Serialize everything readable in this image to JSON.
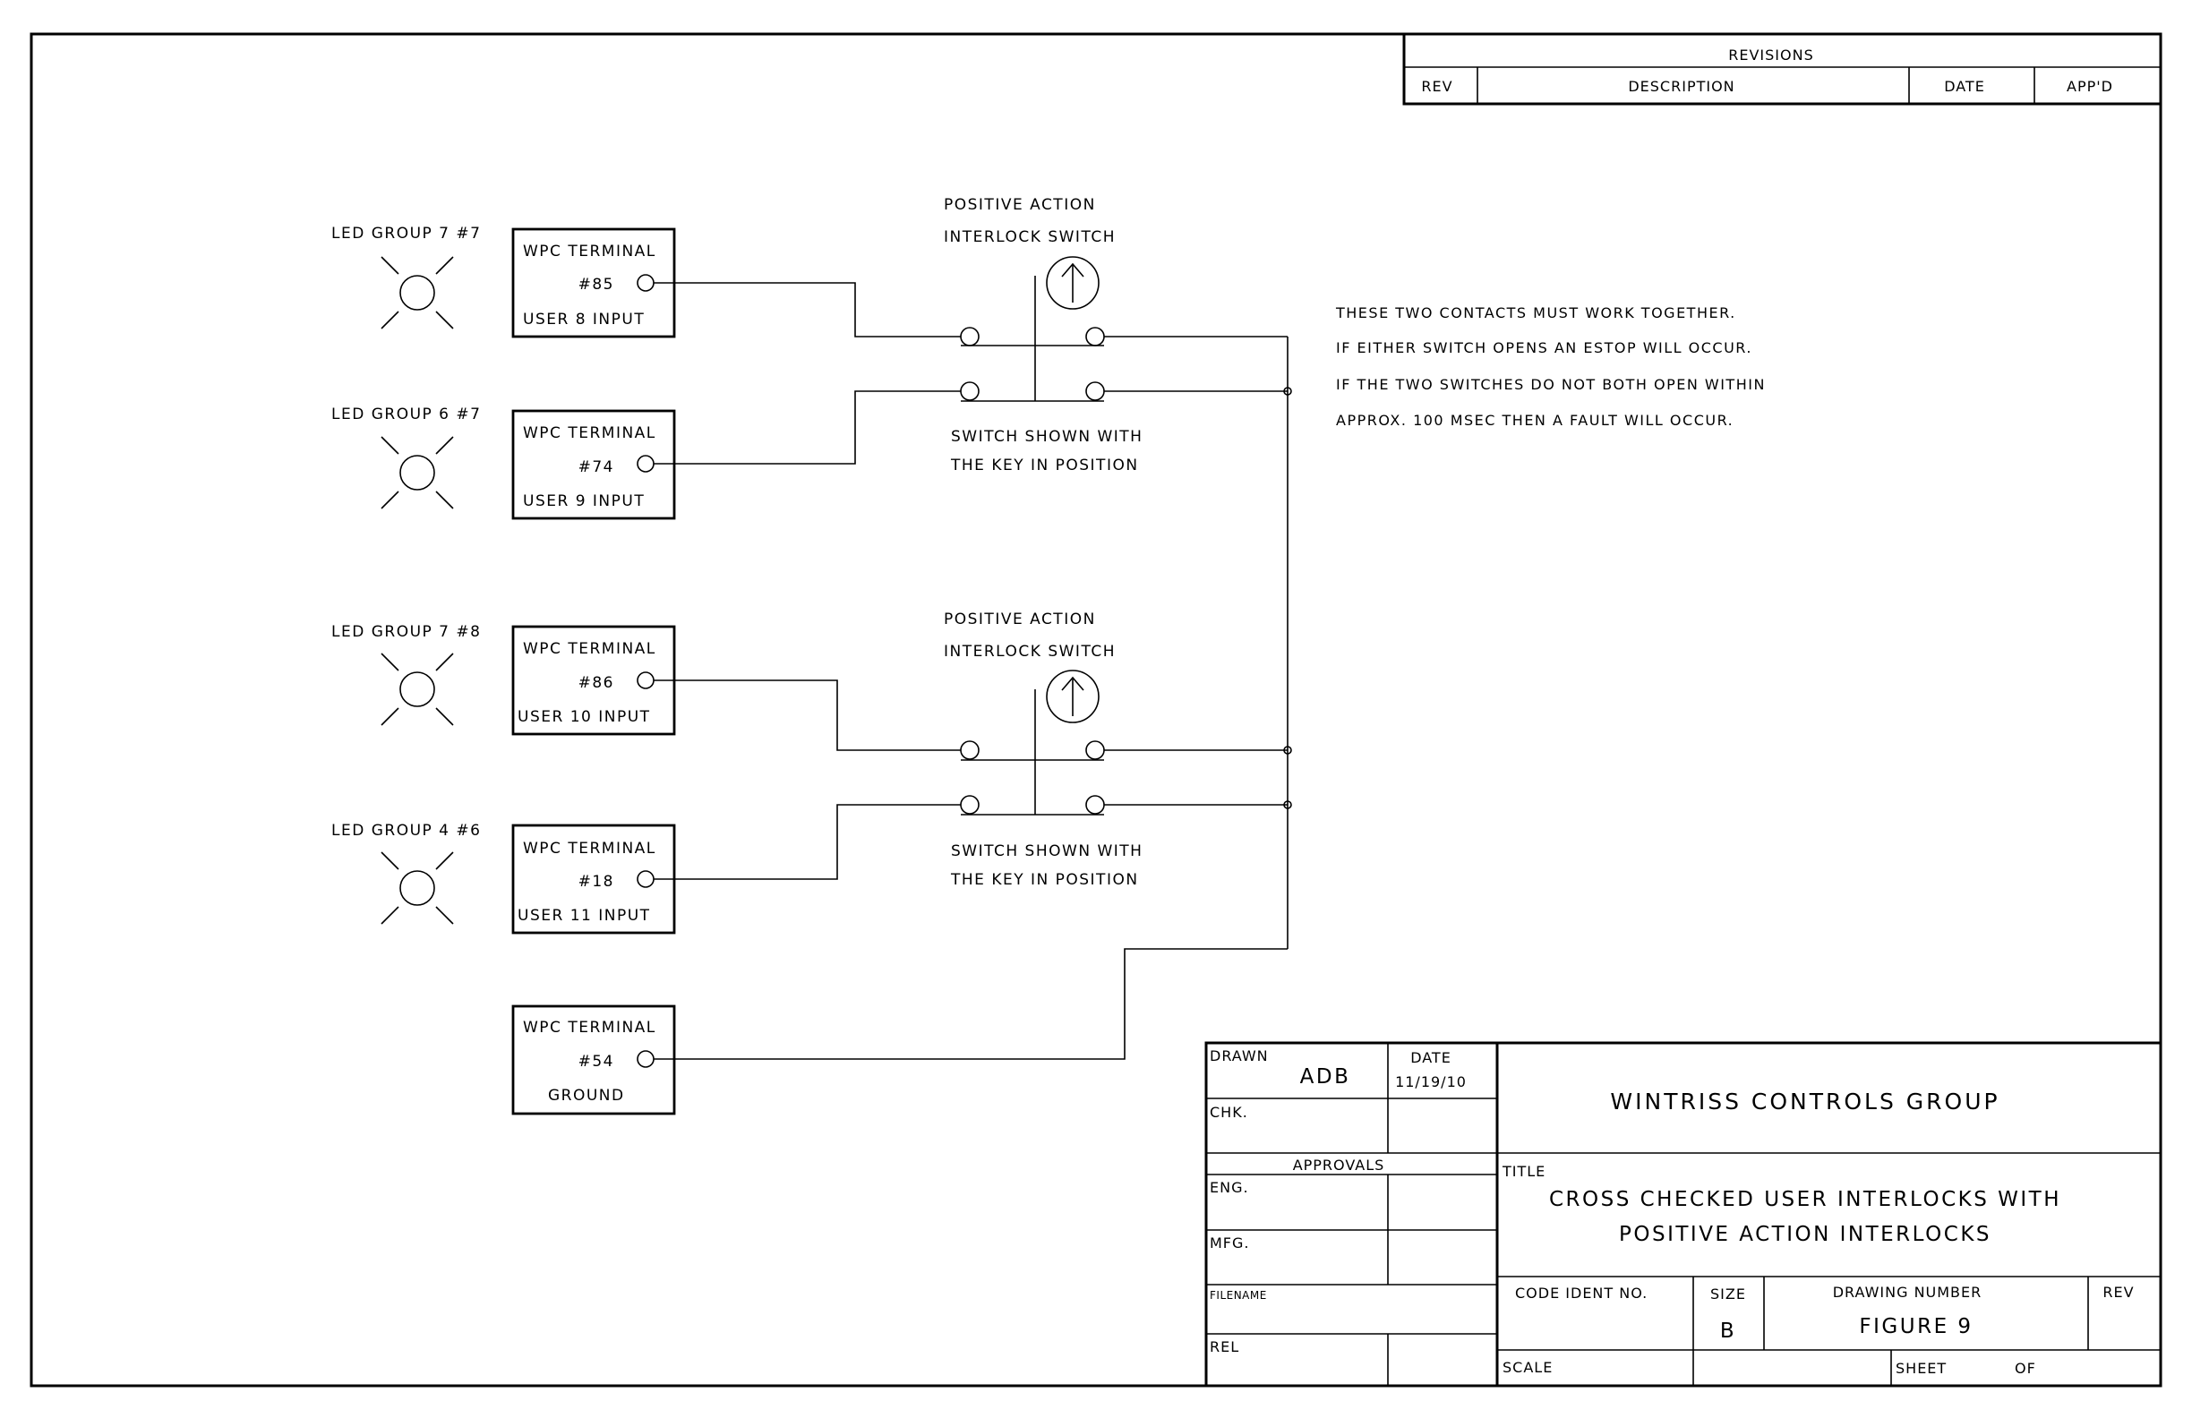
{
  "revisions": {
    "title": "REVISIONS",
    "columns": [
      "REV",
      "DESCRIPTION",
      "DATE",
      "APP'D"
    ]
  },
  "leds": [
    {
      "label": "LED GROUP 7 #7"
    },
    {
      "label": "LED GROUP 6 #7"
    },
    {
      "label": "LED GROUP 7 #8"
    },
    {
      "label": "LED GROUP 4 #6"
    }
  ],
  "terminals": [
    {
      "title": "WPC TERMINAL",
      "number": "#85",
      "input": "USER 8 INPUT"
    },
    {
      "title": "WPC TERMINAL",
      "number": "#74",
      "input": "USER 9 INPUT"
    },
    {
      "title": "WPC TERMINAL",
      "number": "#86",
      "input": "USER 10 INPUT"
    },
    {
      "title": "WPC TERMINAL",
      "number": "#18",
      "input": "USER 11 INPUT"
    },
    {
      "title": "WPC TERMINAL",
      "number": "#54",
      "input": "GROUND"
    }
  ],
  "switches": [
    {
      "line1": "POSITIVE ACTION",
      "line2": "INTERLOCK SWITCH",
      "caption1": "SWITCH SHOWN WITH",
      "caption2": "THE KEY IN POSITION"
    },
    {
      "line1": "POSITIVE ACTION",
      "line2": "INTERLOCK SWITCH",
      "caption1": "SWITCH SHOWN WITH",
      "caption2": "THE KEY IN POSITION"
    }
  ],
  "notes": [
    "THESE TWO CONTACTS MUST WORK TOGETHER.",
    "IF EITHER SWITCH OPENS AN ESTOP WILL OCCUR.",
    "IF THE TWO SWITCHES DO NOT BOTH OPEN WITHIN",
    "APPROX. 100 MSEC THEN A FAULT WILL OCCUR."
  ],
  "title_block": {
    "drawn_label": "DRAWN",
    "drawn_by": "ADB",
    "date_label": "DATE",
    "date": "11/19/10",
    "chk_label": "CHK.",
    "approvals_label": "APPROVALS",
    "eng_label": "ENG.",
    "mfg_label": "MFG.",
    "filename_label": "FILENAME",
    "rel_label": "REL",
    "company": "WINTRISS CONTROLS GROUP",
    "title_label": "TITLE",
    "title_line1": "CROSS CHECKED USER INTERLOCKS WITH",
    "title_line2": "POSITIVE ACTION INTERLOCKS",
    "code_ident_label": "CODE IDENT NO.",
    "size_label": "SIZE",
    "size": "B",
    "drawing_number_label": "DRAWING NUMBER",
    "drawing_number": "FIGURE 9",
    "rev_label": "REV",
    "scale_label": "SCALE",
    "sheet_label": "SHEET",
    "of_label": "OF"
  }
}
